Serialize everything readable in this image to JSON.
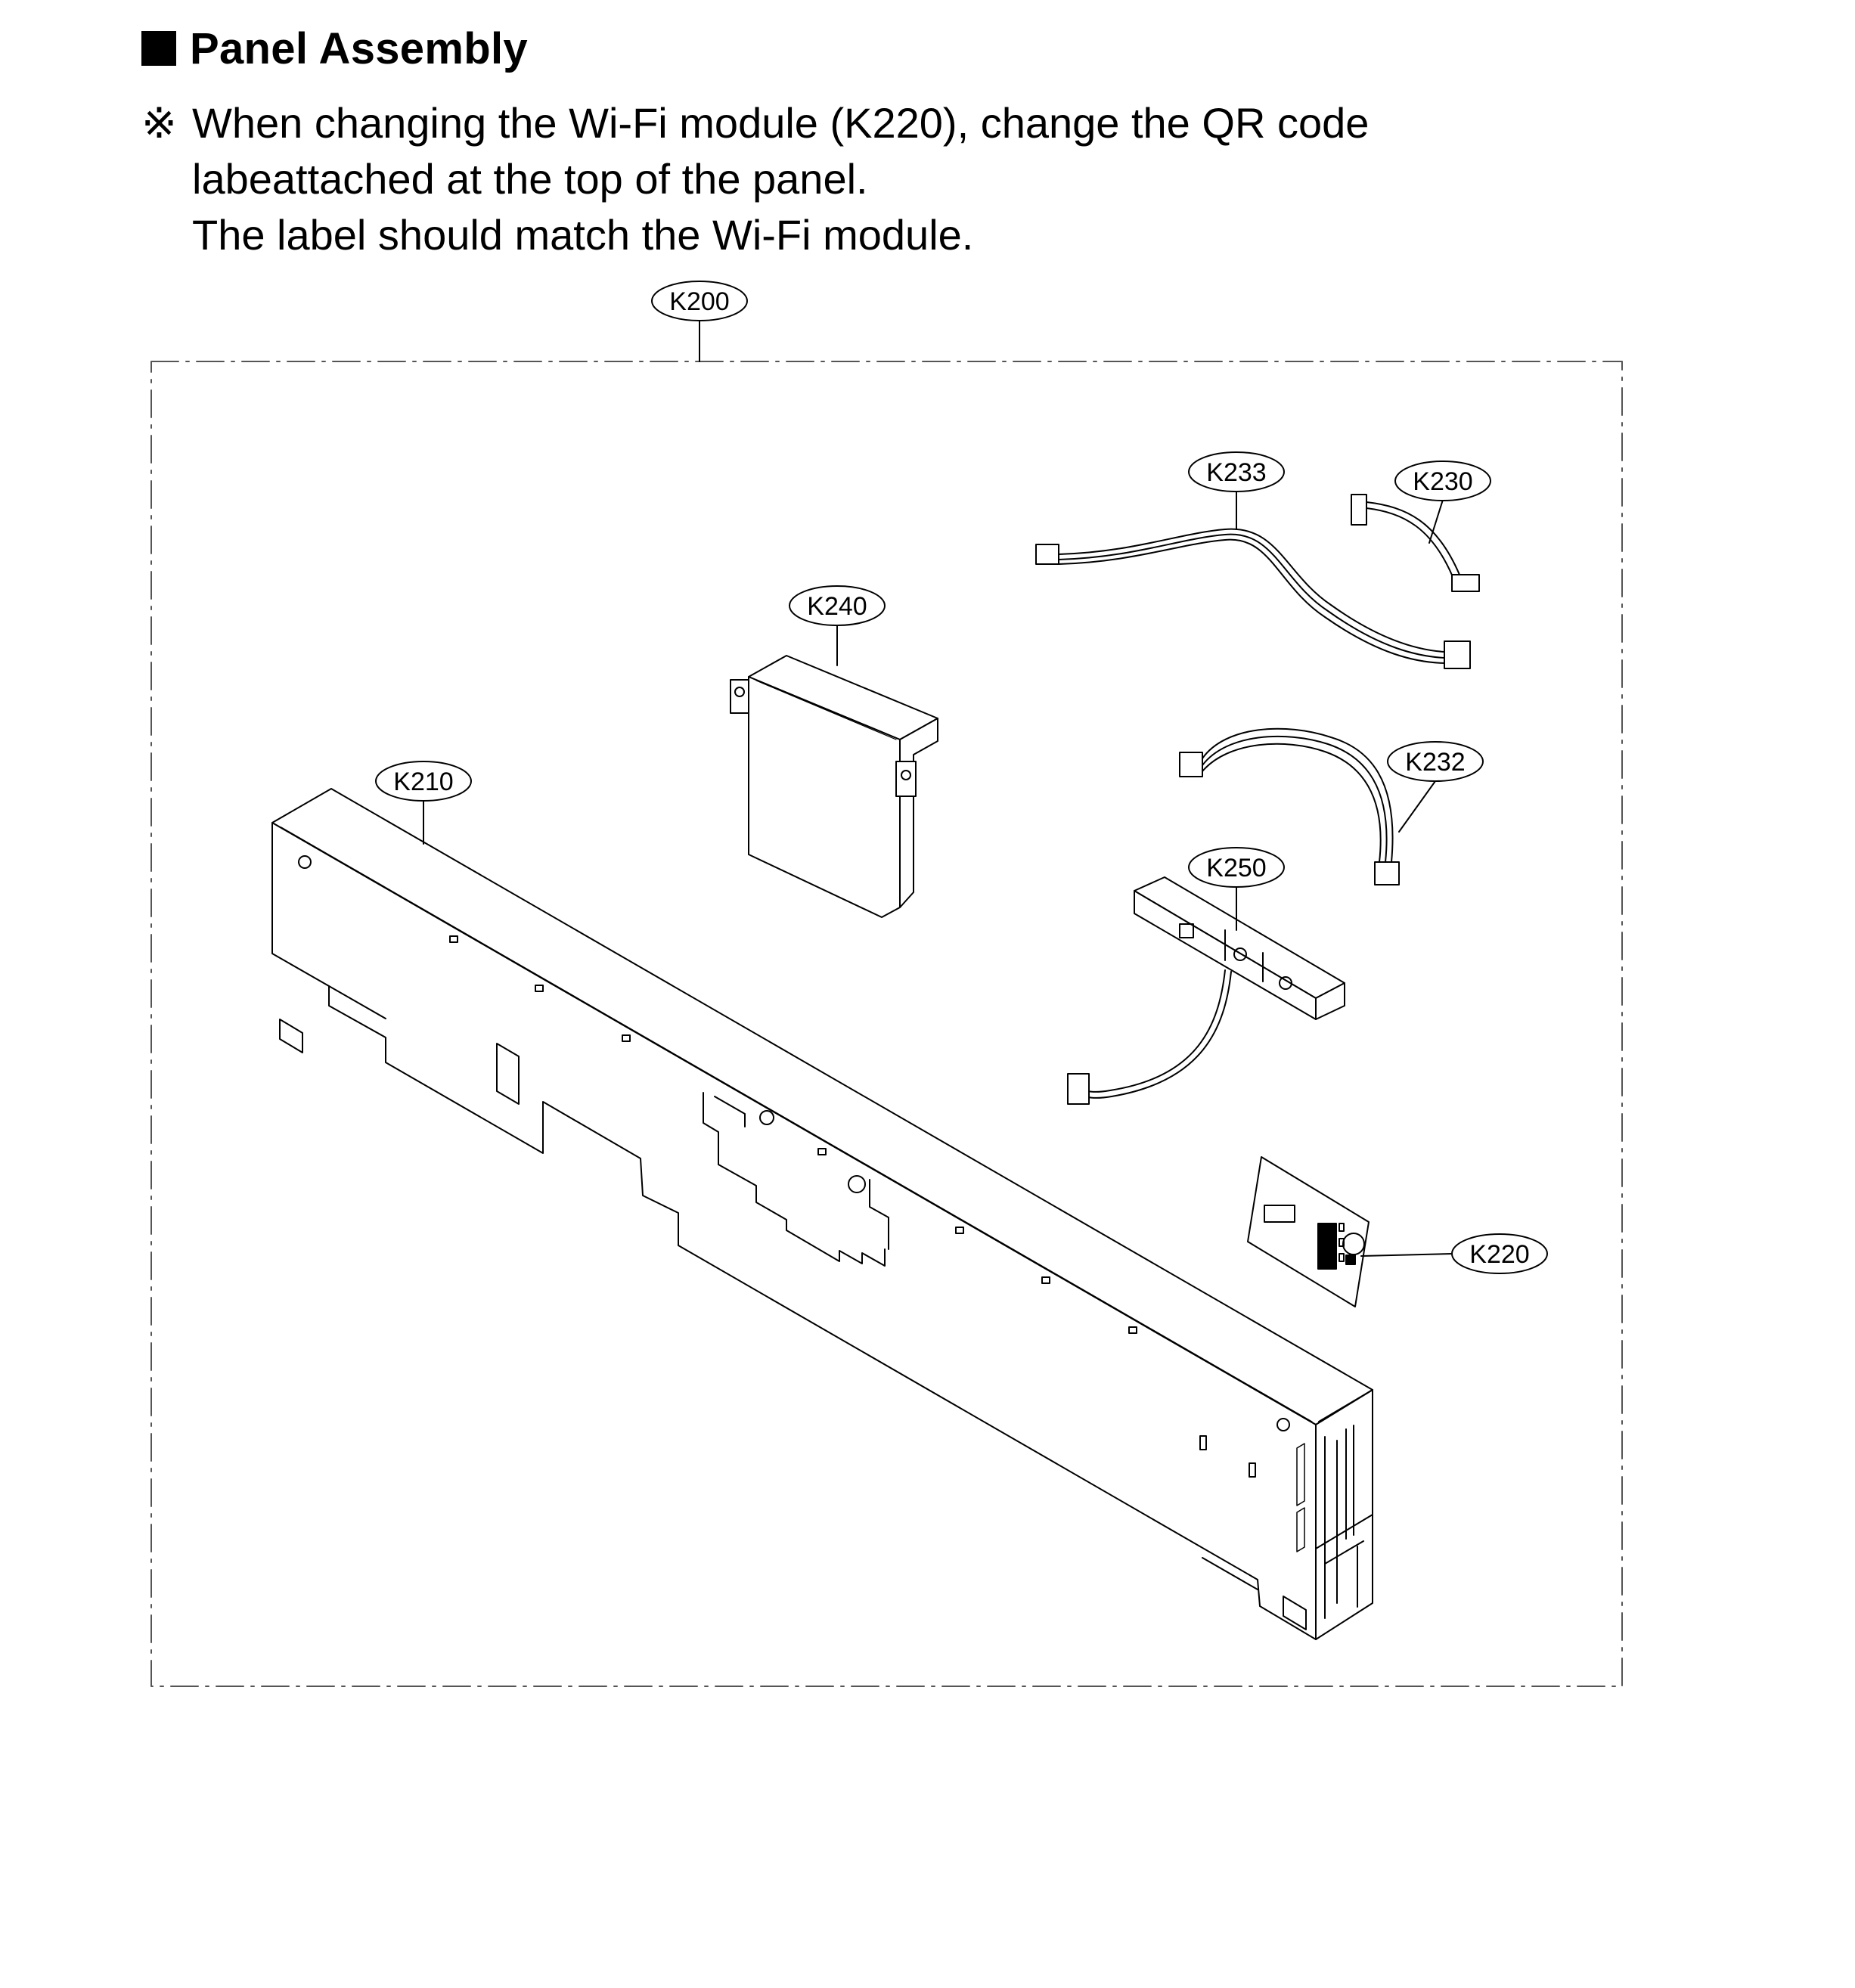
{
  "heading": {
    "title": "Panel Assembly"
  },
  "note": {
    "mark": "※",
    "lines": [
      "When changing the Wi-Fi module (K220), change the QR code",
      "labeattached at the top of the panel.",
      "The label should match the Wi-Fi module."
    ]
  },
  "callouts": {
    "assembly": "K200",
    "panel": "K210",
    "wifi_module": "K220",
    "harness_a": "K230",
    "harness_b": "K232",
    "harness_c": "K233",
    "display_module": "K240",
    "switch_board": "K250"
  }
}
